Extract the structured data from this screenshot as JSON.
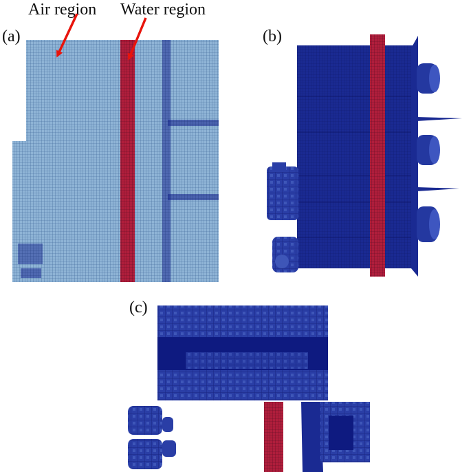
{
  "figure": {
    "panels": [
      {
        "id": "a",
        "label": "(a)"
      },
      {
        "id": "b",
        "label": "(b)"
      },
      {
        "id": "c",
        "label": "(c)"
      }
    ],
    "annotations": [
      {
        "id": "air",
        "text": "Air region"
      },
      {
        "id": "water",
        "text": "Water region"
      }
    ],
    "colors": {
      "air_mesh": "#8fb4d6",
      "mesh_line": "#2a4f86",
      "dense_mesh": "#17268c",
      "water_mesh": "#b01e3c",
      "arrow": "#e8140c"
    }
  }
}
